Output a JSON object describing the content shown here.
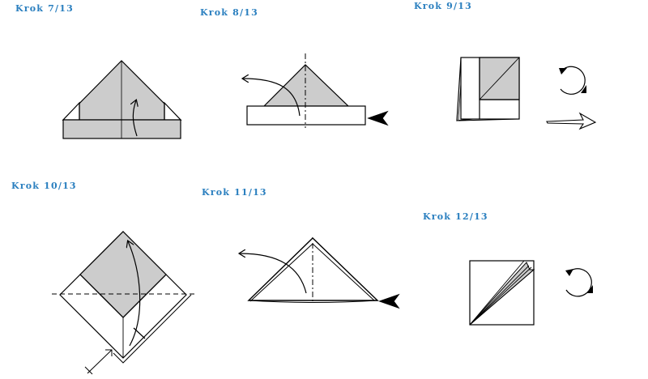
{
  "steps": [
    {
      "label": "Krok 7/13"
    },
    {
      "label": "Krok 8/13"
    },
    {
      "label": "Krok 9/13"
    },
    {
      "label": "Krok 10/13"
    },
    {
      "label": "Krok 11/13"
    },
    {
      "label": "Krok 12/13"
    }
  ],
  "colors": {
    "label": "#2a7fbf",
    "paper_colored": "#cccccc",
    "paper_white": "#ffffff",
    "line": "#000000"
  }
}
